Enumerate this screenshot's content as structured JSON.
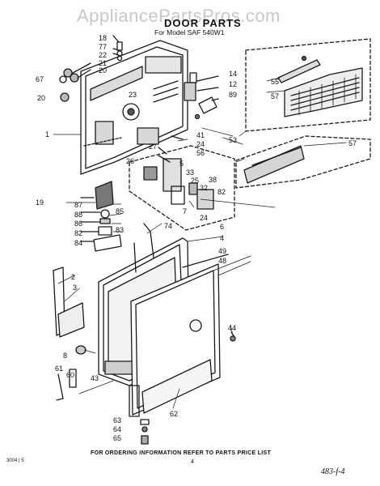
{
  "watermark": "AppliancePartsPros.com",
  "title": "DOOR PARTS",
  "subtitle": "For Model SAF 540W1",
  "footer": "FOR ORDERING INFORMATION REFER TO PARTS PRICE LIST",
  "page_number": "4",
  "doc_code": "3004 | 5",
  "hand_note": "483-f-4",
  "callouts": [
    "18",
    "77",
    "22",
    "21",
    "20",
    "67",
    "20",
    "1",
    "23",
    "14",
    "12",
    "89",
    "41",
    "24",
    "56",
    "55",
    "57",
    "53",
    "57",
    "27",
    "5",
    "26",
    "33",
    "25",
    "32",
    "38",
    "82",
    "24",
    "7",
    "6",
    "19",
    "87",
    "88",
    "86",
    "82",
    "84",
    "85",
    "83",
    "74",
    "4",
    "2",
    "3",
    "49",
    "48",
    "44",
    "8",
    "61",
    "60",
    "43",
    "63",
    "64",
    "65",
    "62"
  ]
}
